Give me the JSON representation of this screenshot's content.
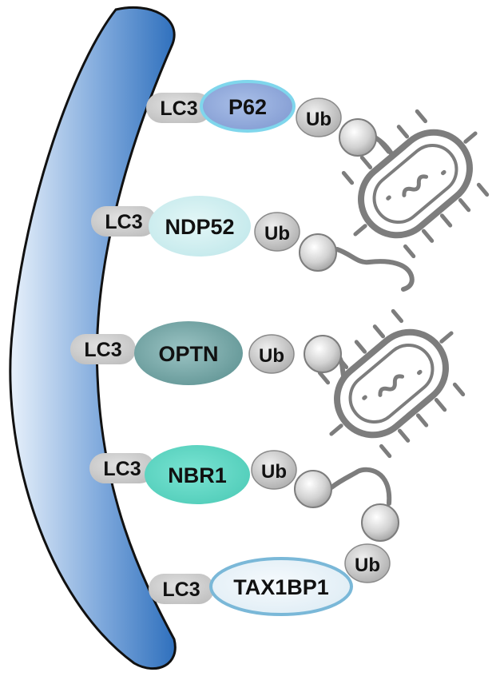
{
  "diagram": {
    "receptors": [
      {
        "id": "p62",
        "lc3": "LC3",
        "name": "P62",
        "ub": "Ub",
        "fill": "#8fa8dc",
        "stroke": "#7fd6ec"
      },
      {
        "id": "ndp52",
        "lc3": "LC3",
        "name": "NDP52",
        "ub": "Ub",
        "fill": "#d4f0f0",
        "stroke": "#d4f0f0"
      },
      {
        "id": "optn",
        "lc3": "LC3",
        "name": "OPTN",
        "ub": "Ub",
        "fill": "#6ea3a3",
        "stroke": "#6ea3a3"
      },
      {
        "id": "nbr1",
        "lc3": "LC3",
        "name": "NBR1",
        "ub": "Ub",
        "fill": "#5ed8c4",
        "stroke": "#5ed8c4"
      },
      {
        "id": "tax1bp1",
        "lc3": "LC3",
        "name": "TAX1BP1",
        "ub": "Ub",
        "fill": "#e8f2f8",
        "stroke": "#7ab8d8"
      }
    ],
    "colors": {
      "membrane_light": "#e8f1fb",
      "membrane_dark": "#2f70bd",
      "lc3_fill": "#cfcfcf",
      "bacterium_stroke": "#7d7d7d",
      "ubiquitin_light": "#f4f4f4",
      "ubiquitin_dark": "#9e9e9e"
    }
  }
}
